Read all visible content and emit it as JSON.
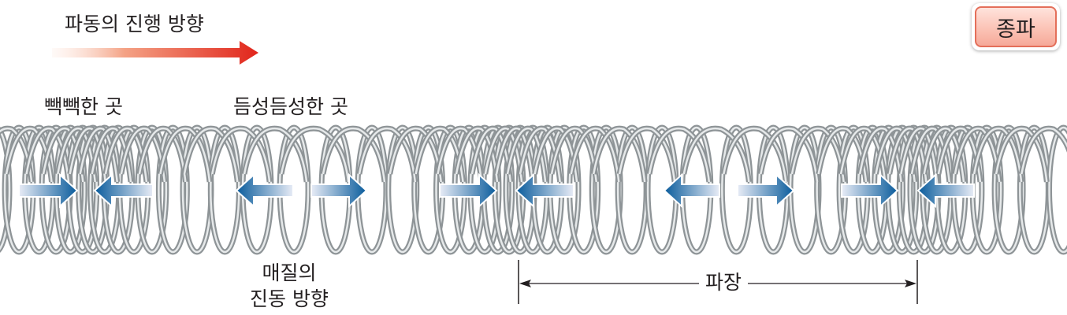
{
  "header": {
    "propagation_label": "파동의 진행 방향",
    "wave_type_badge": "종파"
  },
  "labels": {
    "compression": "빽빽한 곳",
    "rarefaction": "듬성듬성한 곳",
    "medium_vibration": "매질의\n진동 방향",
    "wavelength": "파장"
  },
  "colors": {
    "propagation_arrow_start": "#fde3d8",
    "propagation_arrow_end": "#e1251b",
    "vibration_arrow": "#0a5c9c",
    "vibration_arrow_fade": "#e8ecf6",
    "spring_coil": "#8e9497",
    "spring_highlight": "#e6e9ea",
    "badge_fill": "#fbc3b6",
    "badge_border": "#e46f5a"
  },
  "diagram": {
    "compression_zones": 3,
    "rarefaction_zones": 2,
    "vibration_arrows": [
      {
        "zone": "compression-1",
        "direction": "right"
      },
      {
        "zone": "compression-1",
        "direction": "left"
      },
      {
        "zone": "rarefaction-1",
        "direction": "left"
      },
      {
        "zone": "rarefaction-1",
        "direction": "right"
      },
      {
        "zone": "compression-2",
        "direction": "right"
      },
      {
        "zone": "compression-2",
        "direction": "left"
      },
      {
        "zone": "rarefaction-2",
        "direction": "left"
      },
      {
        "zone": "rarefaction-2",
        "direction": "right"
      },
      {
        "zone": "compression-3",
        "direction": "right"
      },
      {
        "zone": "compression-3",
        "direction": "left"
      }
    ],
    "wavelength_span": "compression-2 to compression-3"
  }
}
